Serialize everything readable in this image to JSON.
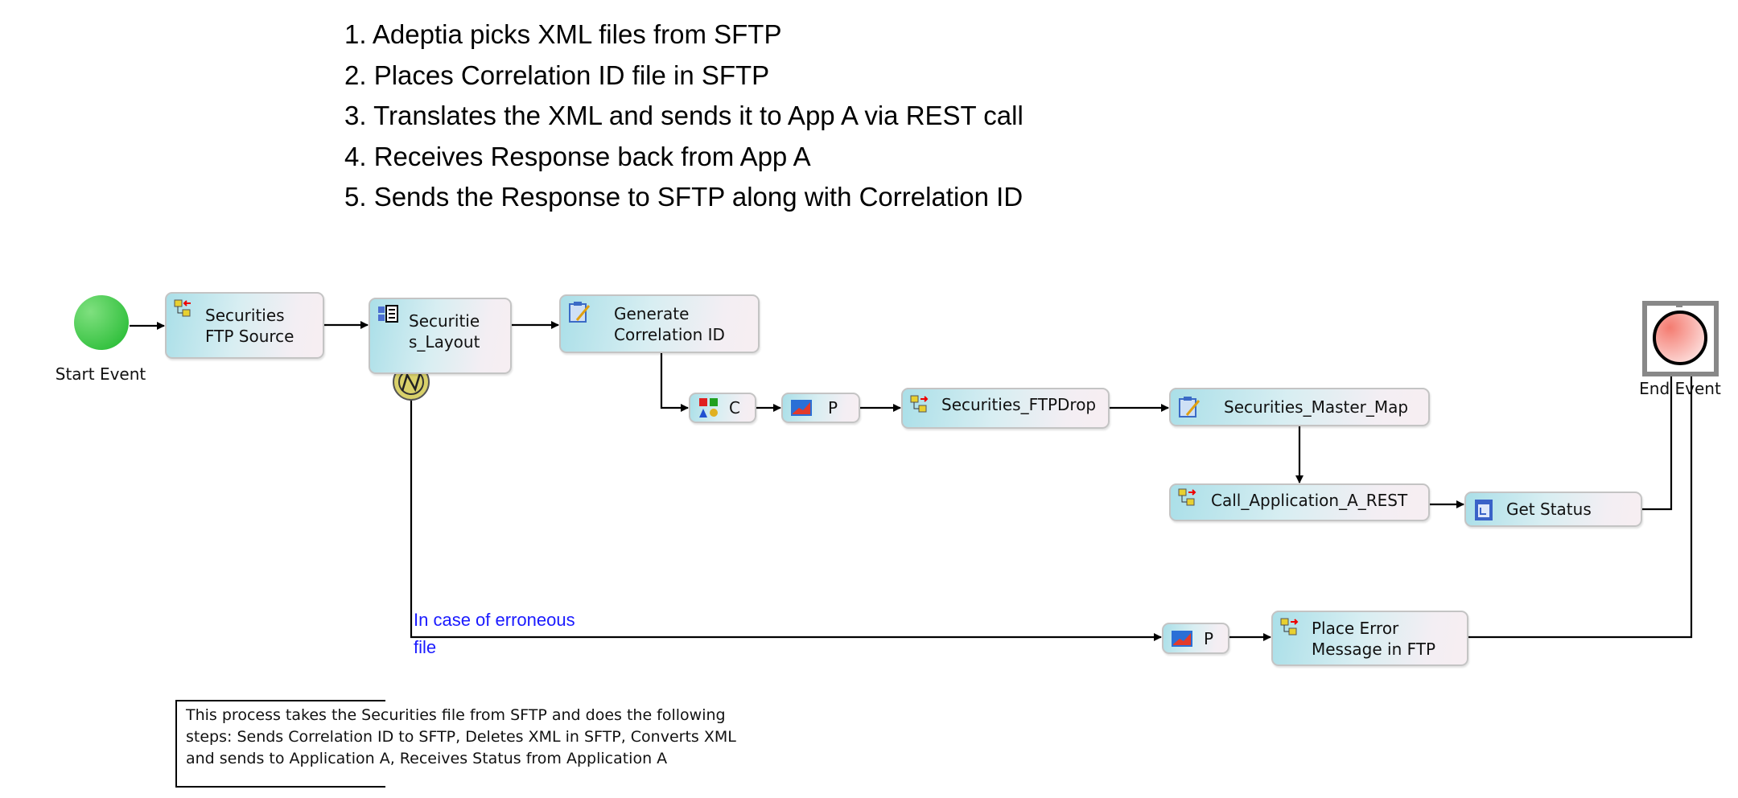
{
  "steps": [
    "1. Adeptia picks XML files from SFTP",
    "2. Places Correlation ID file in SFTP",
    "3. Translates the XML and sends it to App A via REST call",
    "4. Receives Response back from App A",
    "5. Sends the Response to SFTP along with Correlation ID"
  ],
  "events": {
    "start": "Start Event",
    "end": "End Event"
  },
  "nodes": {
    "ftp_source": {
      "label1": "Securities",
      "label2": "FTP Source",
      "icon": "ftp-source-icon"
    },
    "layout": {
      "label1": "Securitie",
      "label2": "s_Layout",
      "icon": "layout-icon"
    },
    "correlation": {
      "label1": "Generate",
      "label2": "Correlation ID",
      "icon": "mapping-edit-icon"
    },
    "c": {
      "label": "C",
      "icon": "context-icon"
    },
    "p": {
      "label": "P",
      "icon": "process-chart-icon"
    },
    "ftp_drop": {
      "label": "Securities_FTPDrop",
      "icon": "ftp-target-icon"
    },
    "master_map": {
      "label": "Securities_Master_Map",
      "icon": "mapping-edit-icon"
    },
    "rest": {
      "label": "Call_Application_A_REST",
      "icon": "ftp-target-icon"
    },
    "get_status": {
      "label": "Get Status",
      "icon": "document-icon"
    },
    "p_error": {
      "label": "P",
      "icon": "process-chart-icon"
    },
    "place_error": {
      "label1": "Place Error",
      "label2": "Message in FTP",
      "icon": "ftp-target-icon"
    }
  },
  "error_path": {
    "line1": "In case of erroneous",
    "line2": "file"
  },
  "note": {
    "line1": "This process takes the Securities file from SFTP and does the following",
    "line2": "steps: Sends Correlation ID to SFTP, Deletes XML in SFTP, Converts XML",
    "line3": "and sends to Application A, Receives Status from Application A"
  },
  "colors": {
    "start": "#3cc94a",
    "end": "#f4877c",
    "error_text": "#1a1aff",
    "node_left": "#aadfe8",
    "node_right": "#f7eef2"
  }
}
